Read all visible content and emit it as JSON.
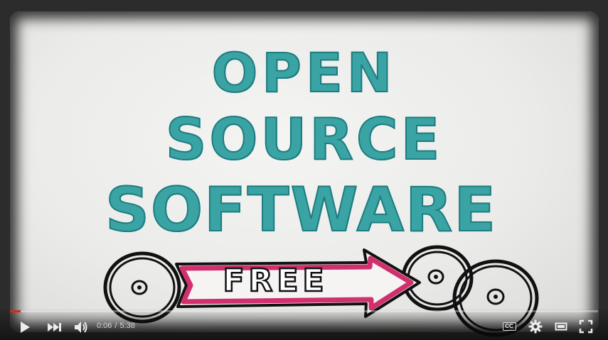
{
  "video": {
    "title_lines": [
      "OPEN",
      "SOURCE",
      "SOFTWARE"
    ],
    "arrow_label": "FREE",
    "marker_color": "#3aa3a4",
    "arrow_color": "#d0306e"
  },
  "player": {
    "current_time": "0:06",
    "separator": "/",
    "duration": "5:38",
    "progress_fraction": 0.0178,
    "progress_color": "#e1251b",
    "cc_label": "CC",
    "icons": {
      "play": "play-icon",
      "next": "next-icon",
      "volume": "volume-icon",
      "captions": "cc-icon",
      "settings": "gear-icon",
      "theater": "theater-icon",
      "fullscreen": "fullscreen-icon"
    }
  }
}
